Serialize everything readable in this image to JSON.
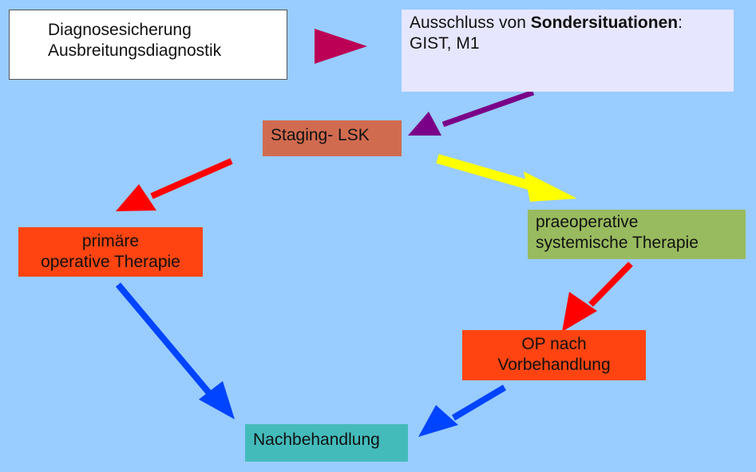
{
  "boxes": {
    "diagnose": {
      "line1": "Diagnosesicherung",
      "line2": "Ausbreitungsdiagnostik"
    },
    "ausschluss": {
      "prefix": "Ausschluss von ",
      "bold": "Sondersituationen",
      "suffix": ":",
      "line2": "GIST, M1"
    },
    "staging": {
      "label": "Staging- LSK"
    },
    "primaer": {
      "line1": "primäre",
      "line2": "operative Therapie"
    },
    "praeoperativ": {
      "line1": "praeoperative",
      "line2": "systemische Therapie"
    },
    "op_nach": {
      "line1": "OP nach",
      "line2": "Vorbehandlung"
    },
    "nachbehandlung": {
      "label": "Nachbehandlung"
    }
  },
  "colors": {
    "background": "#99ccff",
    "arrow_triangle": "#bb0055",
    "arrow_purple": "#7a0088",
    "arrow_red": "#ff0000",
    "arrow_yellow": "#ffff00",
    "arrow_blue": "#0044ff"
  }
}
